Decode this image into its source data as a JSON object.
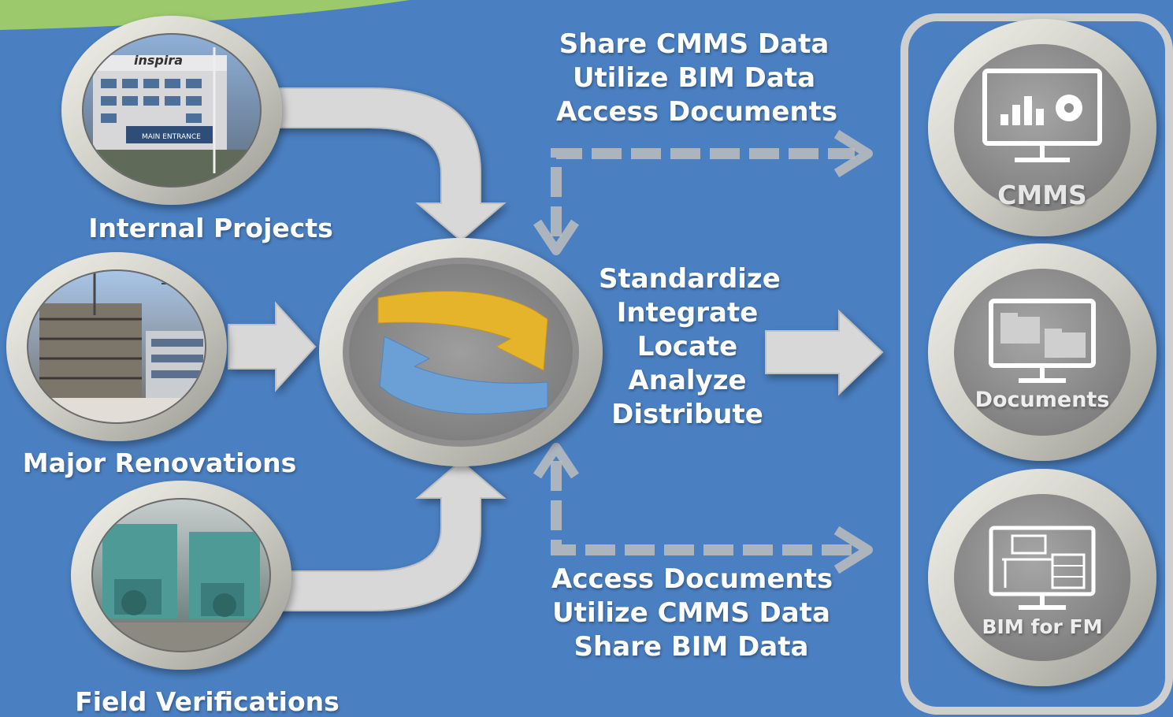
{
  "sources": [
    {
      "label": "Internal Projects",
      "photo_sign": "inspira",
      "photo_banner": "MAIN ENTRANCE"
    },
    {
      "label": "Major Renovations"
    },
    {
      "label": "Field Verifications"
    }
  ],
  "top_flow": [
    "Share CMMS Data",
    "Utilize BIM Data",
    "Access Documents"
  ],
  "middle_flow": [
    "Standardize",
    "Integrate",
    "Locate",
    "Analyze",
    "Distribute"
  ],
  "bottom_flow": [
    "Access Documents",
    "Utilize CMMS Data",
    "Share BIM Data"
  ],
  "targets": [
    {
      "label": "CMMS",
      "icon": "monitor-chart-gear-icon"
    },
    {
      "label": "Documents",
      "icon": "monitor-folders-icon"
    },
    {
      "label": "BIM for FM",
      "icon": "monitor-floorplan-icon"
    }
  ],
  "colors": {
    "background": "#4a7fc1",
    "green_band": "#9cc96b",
    "arrow_yellow": "#e6b42a",
    "arrow_blue": "#6aa0d6"
  }
}
